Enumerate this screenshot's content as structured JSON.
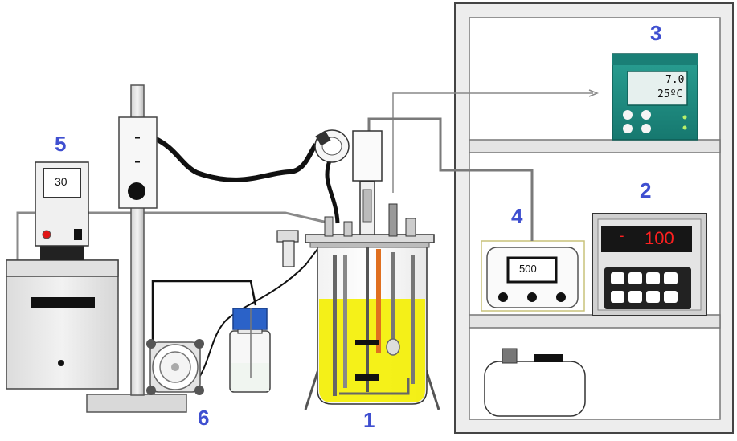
{
  "labels": {
    "bioreactor": "1",
    "controller": "2",
    "ph_meter": "3",
    "stirrer_box": "4",
    "water_bath": "5",
    "pump": "6"
  },
  "displays": {
    "ph_value": "7.0",
    "ph_temp": "25ºC",
    "controller_minus": "-",
    "controller_value": "100",
    "stirrer_value": "500",
    "bath_value": "30"
  },
  "colors": {
    "label_blue": "#3f4fd0",
    "medium_yellow": "#f4f000",
    "ph_meter_teal": "#1f8f85",
    "controller_red": "#ff2020",
    "pump_cap_blue": "#2b62c8"
  }
}
